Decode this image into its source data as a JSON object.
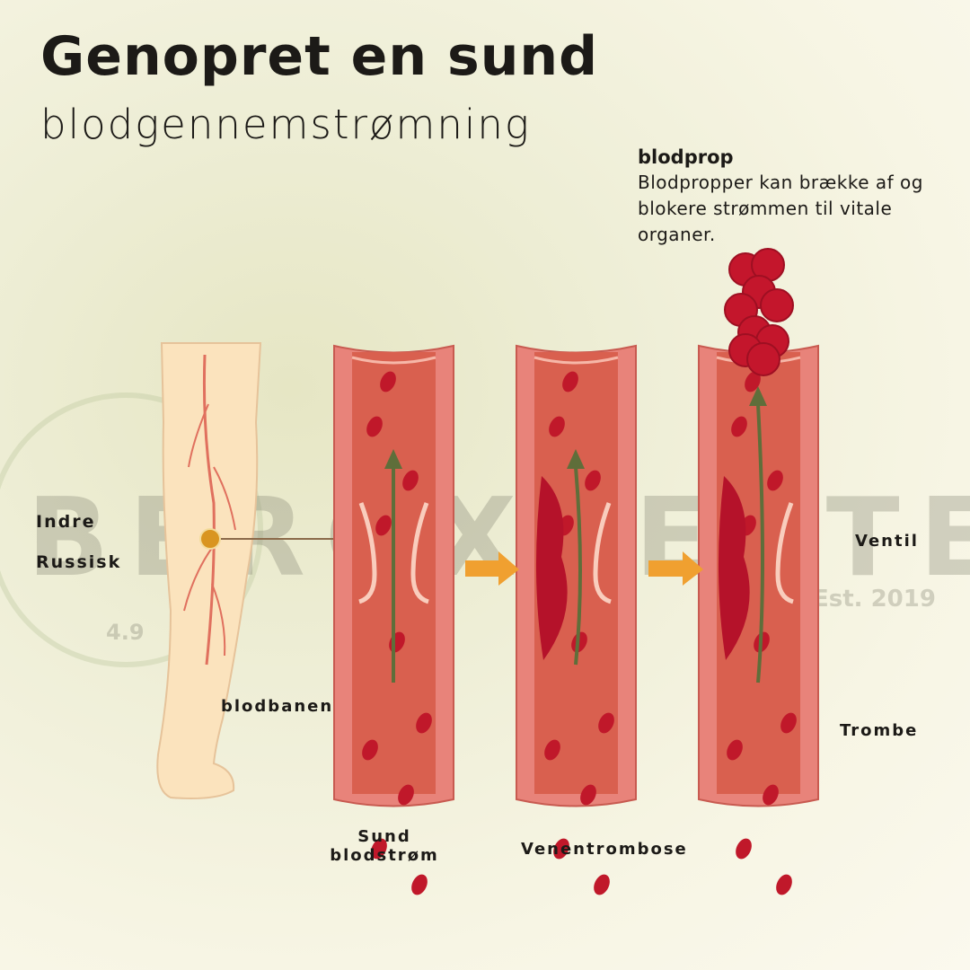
{
  "header": {
    "title": "Genopret en sund",
    "subtitle": "blodgennemstrømning"
  },
  "clot": {
    "title": "blodprop",
    "description": "Blodpropper kan brække af og blokere strømmen til vitale organer."
  },
  "labels": {
    "inner_line1": "Indre",
    "inner_line2": "Russisk",
    "bloodstream": "blodbanen",
    "valve": "Ventil",
    "thrombus": "Trombe",
    "healthy_line1": "Sund",
    "healthy_line2": "blodstrøm",
    "vein_thrombosis": "Venentrombose"
  },
  "watermark": {
    "brand": "BERGXPERTEN",
    "established": "Est. 2019",
    "rating": "4.9"
  },
  "colors": {
    "vessel_wall": "#e8837a",
    "vessel_inner": "#d9604f",
    "blood_cell": "#c0182a",
    "arrow_flow": "#5f6e3a",
    "arrow_step": "#f0a030"
  }
}
